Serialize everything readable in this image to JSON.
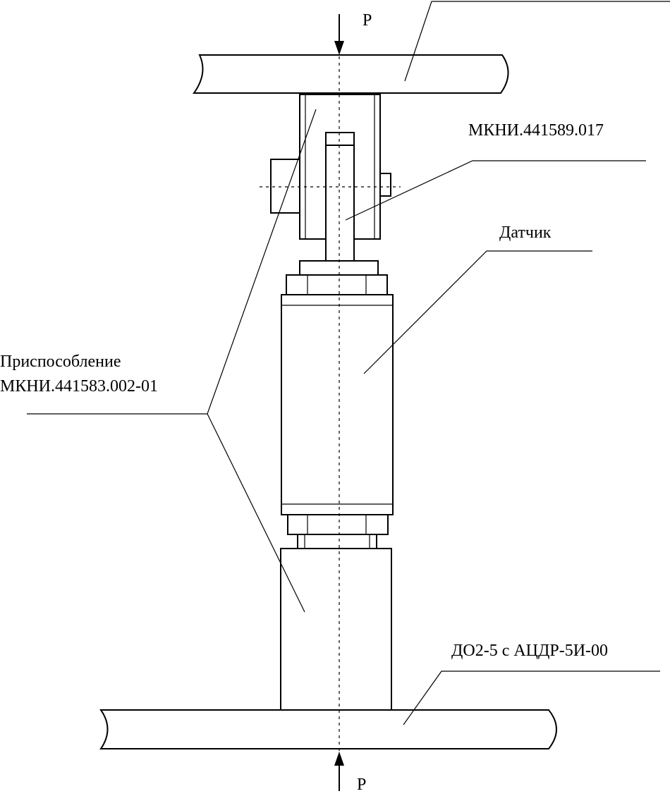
{
  "labels": {
    "force_top": "P",
    "force_bottom": "P",
    "pin_part": "МКНИ.441589.017",
    "sensor": "Датчик",
    "fixture_line1": "Приспособление",
    "fixture_line2": "МКНИ.441583.002-01",
    "machine": "ДО2-5 с АЦДР-5И-00"
  }
}
